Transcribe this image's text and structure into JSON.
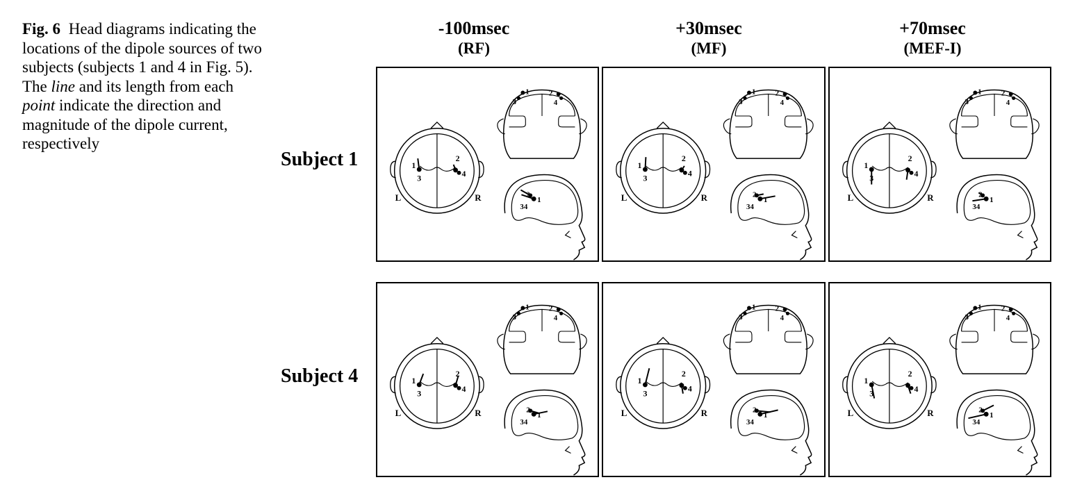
{
  "caption": {
    "fig_label": "Fig. 6",
    "text_1": "Head diagrams indicating the locations of the dipole sources of two subjects (subjects 1 and 4 in Fig. 5). The",
    "emph_1": "line",
    "text_2": "and its length from each",
    "emph_2": "point",
    "text_3": "indicate the direction and magnitude of the dipole current, respectively"
  },
  "columns": [
    {
      "time": "-100msec",
      "component": "(RF)"
    },
    {
      "time": "+30msec",
      "component": "(MF)"
    },
    {
      "time": "+70msec",
      "component": "(MEF-I)"
    }
  ],
  "rows": [
    {
      "label": "Subject 1"
    },
    {
      "label": "Subject 4"
    }
  ],
  "head_labels": {
    "left": "L",
    "right": "R"
  },
  "dipoles": {
    "top_view": [
      "1",
      "2",
      "3",
      "4"
    ],
    "back_view": [
      "1",
      "2",
      "3",
      "4"
    ],
    "side_view": [
      "1",
      "2",
      "34"
    ]
  }
}
